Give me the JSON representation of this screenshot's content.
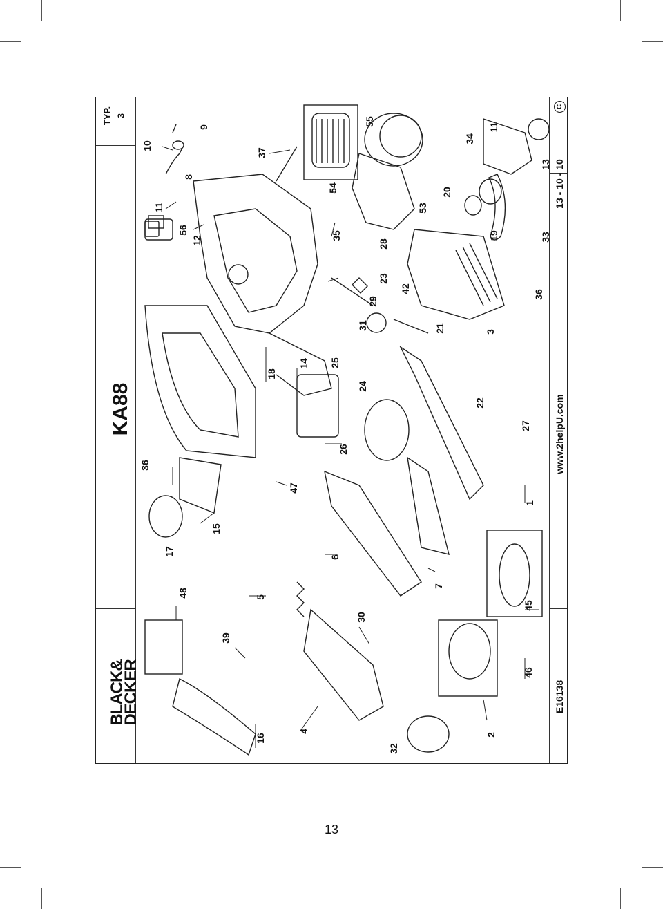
{
  "header": {
    "brand_line1": "BLACK&",
    "brand_line2": "DECKER",
    "model": "KA88",
    "type": "TYP.",
    "type_number": "3"
  },
  "footer": {
    "code": "E16138",
    "website": "www.2helpU.com",
    "date": "13 - 10 - 10",
    "copyright_icon": "copyright-icon"
  },
  "page_number": "13",
  "part_labels": [
    "36",
    "17",
    "15",
    "48",
    "5",
    "39",
    "16",
    "32",
    "4",
    "30",
    "2",
    "46",
    "45",
    "1",
    "7",
    "6",
    "47",
    "26",
    "14",
    "18",
    "12",
    "56",
    "11",
    "10",
    "8",
    "9",
    "37",
    "54",
    "35",
    "25",
    "24",
    "31",
    "29",
    "28",
    "23",
    "55",
    "53",
    "42",
    "21",
    "22",
    "27",
    "3",
    "36",
    "20",
    "19",
    "33",
    "34",
    "11",
    "13"
  ]
}
